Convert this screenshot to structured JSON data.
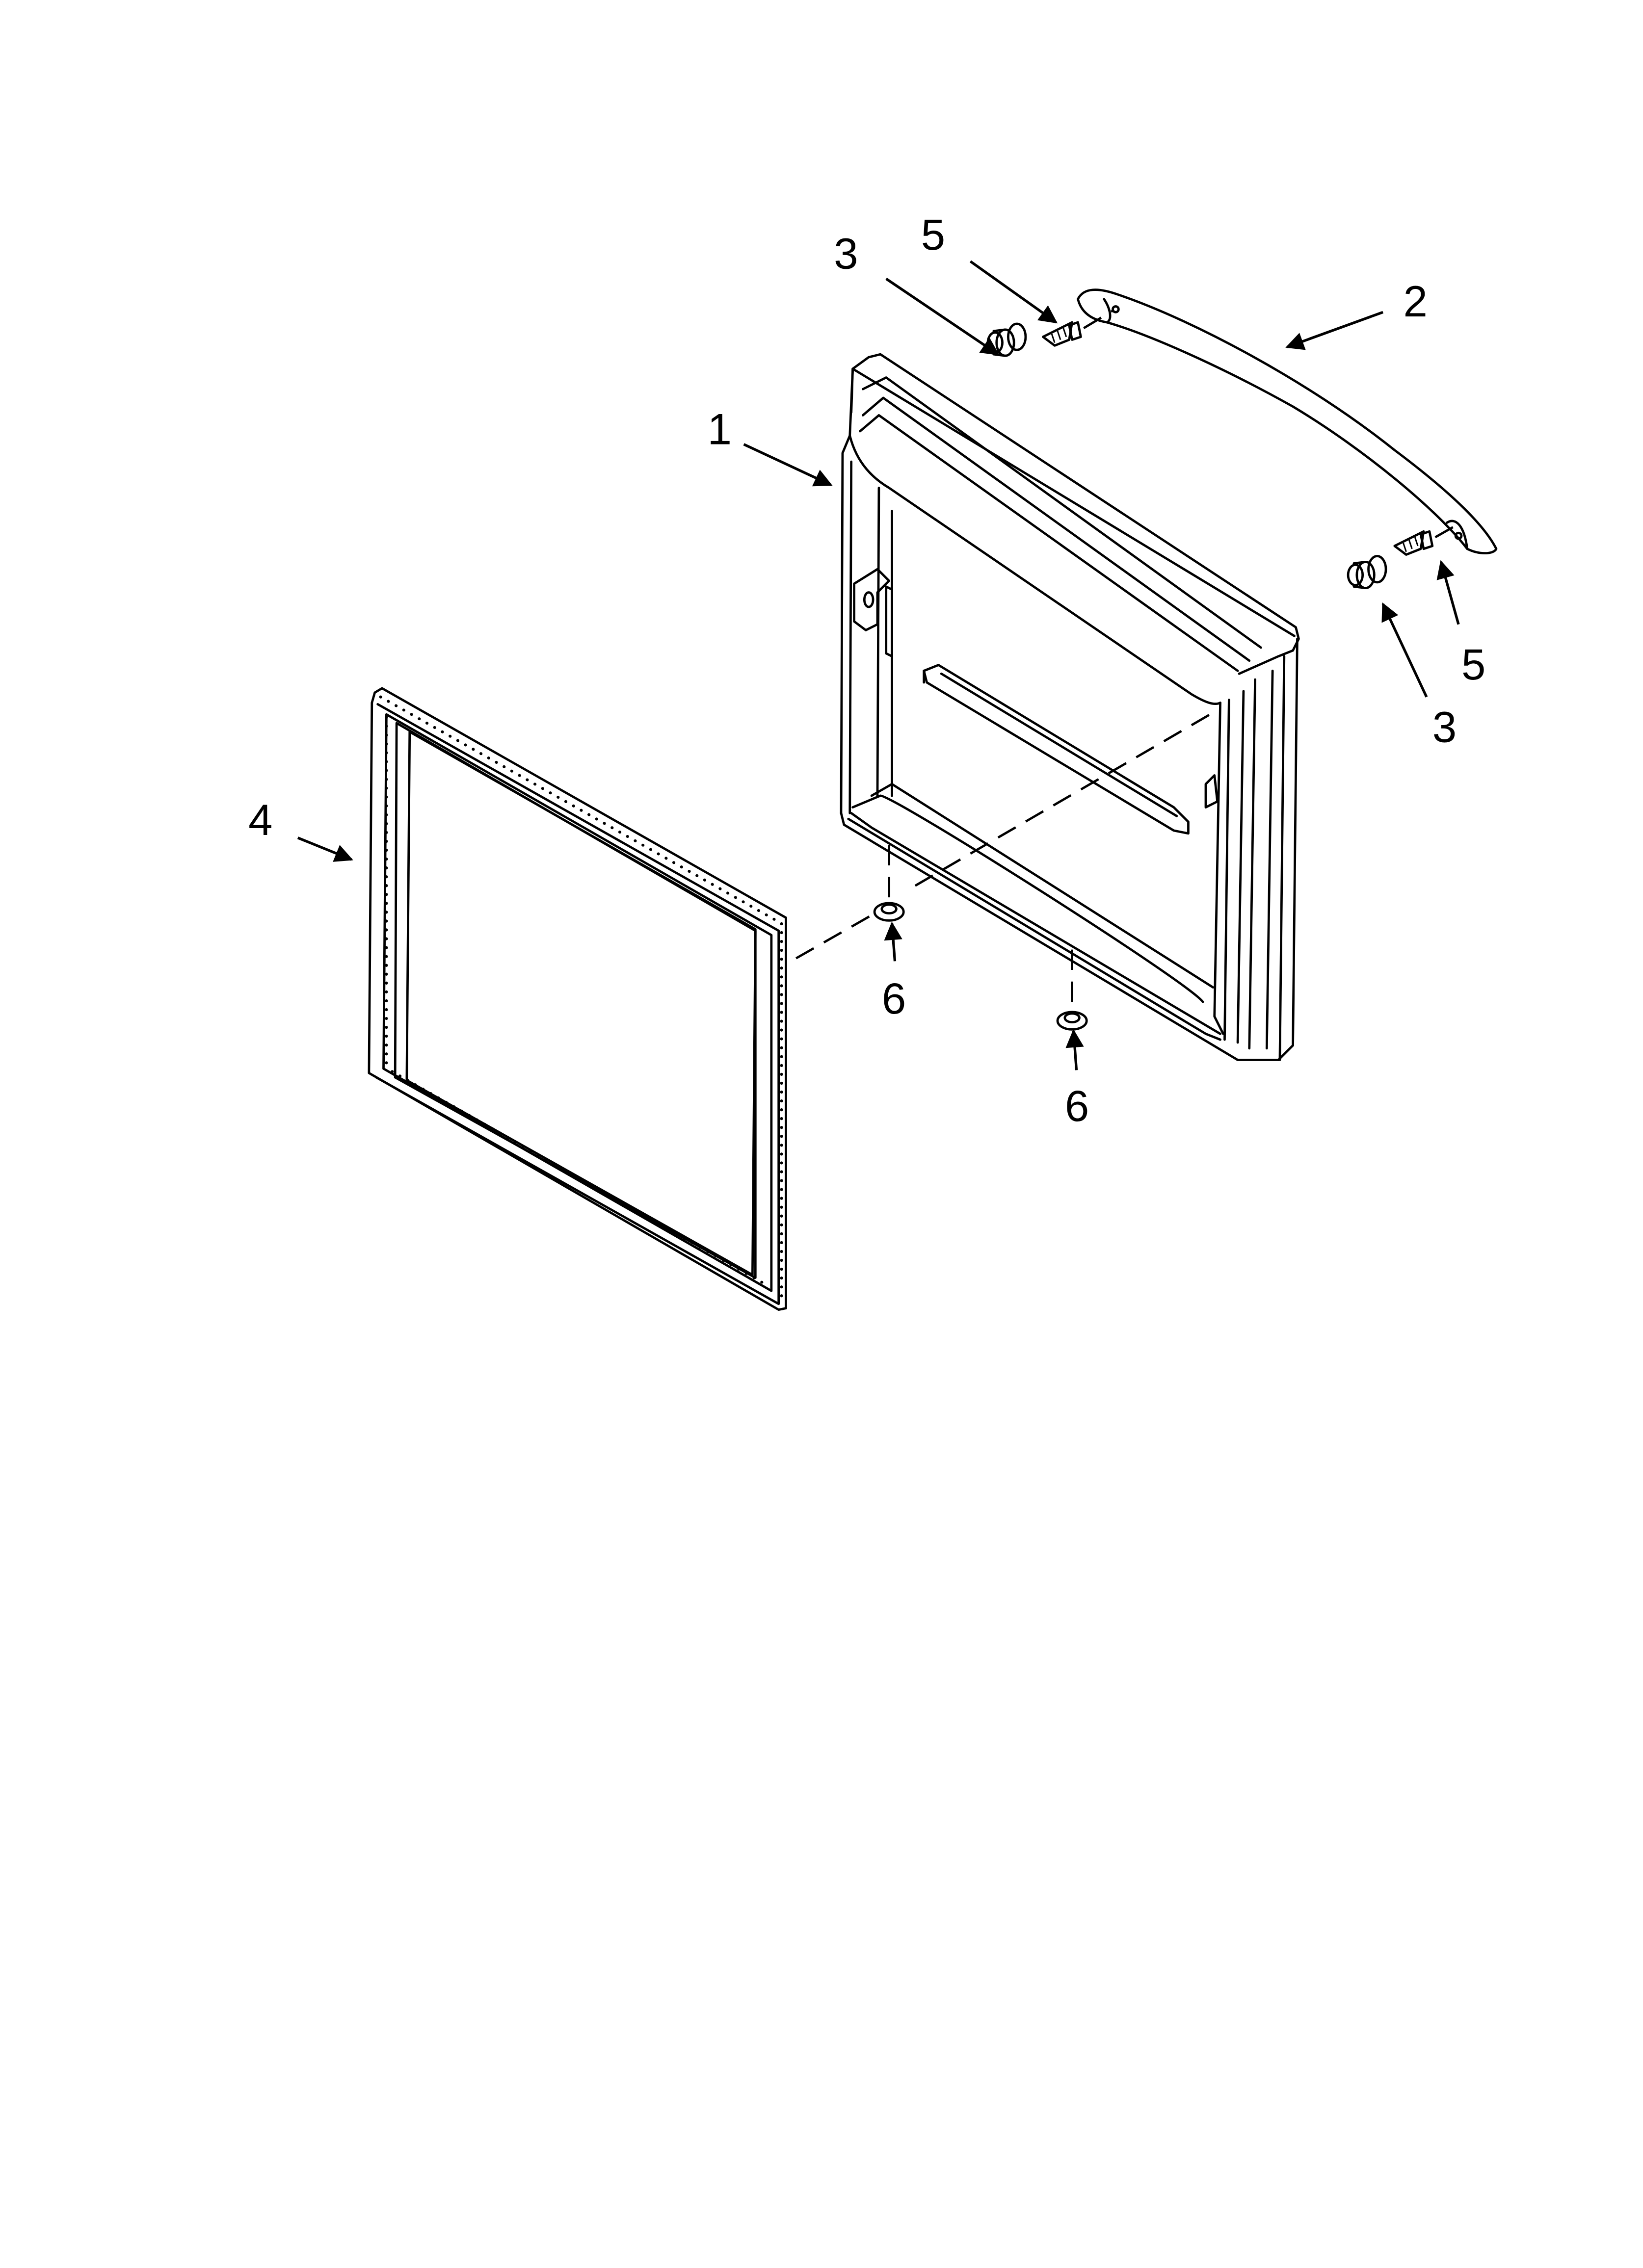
{
  "diagram": {
    "type": "exploded-parts-view",
    "background": "#ffffff",
    "line_color": "#000000",
    "parts": [
      {
        "id": "door",
        "callout": "1"
      },
      {
        "id": "handle",
        "callout": "2"
      },
      {
        "id": "handle-stud",
        "callout": "3"
      },
      {
        "id": "door-gasket",
        "callout": "4"
      },
      {
        "id": "screw",
        "callout": "5"
      },
      {
        "id": "hinge-bushing",
        "callout": "6"
      }
    ],
    "callouts": [
      {
        "label": "3",
        "target": "handle-stud-upper"
      },
      {
        "label": "5",
        "target": "screw-upper"
      },
      {
        "label": "2",
        "target": "handle"
      },
      {
        "label": "1",
        "target": "door"
      },
      {
        "label": "5",
        "target": "screw-lower"
      },
      {
        "label": "3",
        "target": "handle-stud-lower"
      },
      {
        "label": "4",
        "target": "door-gasket"
      },
      {
        "label": "6",
        "target": "hinge-bushing-left"
      },
      {
        "label": "6",
        "target": "hinge-bushing-right"
      }
    ]
  }
}
